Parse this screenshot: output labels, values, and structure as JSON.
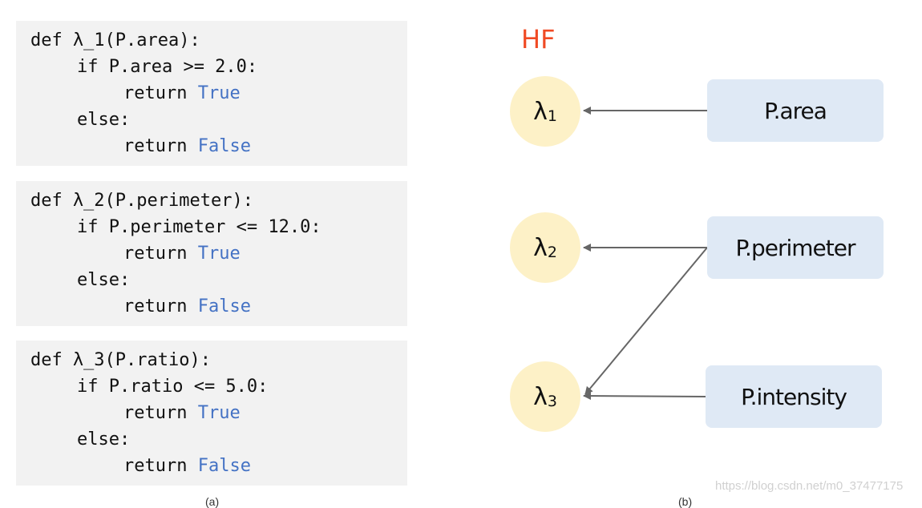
{
  "code_blocks": [
    {
      "def_kw": "def",
      "sig_rest": "_1(P.area):",
      "if_line": "if P.area >= 2.0:",
      "return_kw": "return",
      "true_val": "True",
      "else_kw": "else:",
      "false_val": "False"
    },
    {
      "def_kw": "def",
      "sig_rest": "_2(P.perimeter):",
      "if_line": "if P.perimeter <= 12.0:",
      "return_kw": "return",
      "true_val": "True",
      "else_kw": "else:",
      "false_val": "False"
    },
    {
      "def_kw": "def",
      "sig_rest": "_3(P.ratio):",
      "if_line": "if P.ratio <= 5.0:",
      "return_kw": "return",
      "true_val": "True",
      "else_kw": "else:",
      "false_val": "False"
    }
  ],
  "lambda_symbol": "λ",
  "diagram": {
    "title": "HF",
    "labeling_functions": [
      {
        "symbol": "λ",
        "sub": "1"
      },
      {
        "symbol": "λ",
        "sub": "2"
      },
      {
        "symbol": "λ",
        "sub": "3"
      }
    ],
    "properties": [
      "P.area",
      "P.perimeter",
      "P.intensity"
    ],
    "edges": [
      {
        "from": "P.area",
        "to": "λ1"
      },
      {
        "from": "P.perimeter",
        "to": "λ2"
      },
      {
        "from": "P.perimeter",
        "to": "λ3"
      },
      {
        "from": "P.intensity",
        "to": "λ3"
      }
    ]
  },
  "captions": {
    "left": "(a)",
    "right": "(b)"
  },
  "watermark": "https://blog.csdn.net/m0_37477175",
  "colors": {
    "code_bg": "#f2f2f2",
    "keyword_value": "#4472c4",
    "hf_title": "#f04a24",
    "lf_node_fill": "#fdf1c7",
    "property_fill": "#dfe9f5",
    "edge": "#666666"
  }
}
